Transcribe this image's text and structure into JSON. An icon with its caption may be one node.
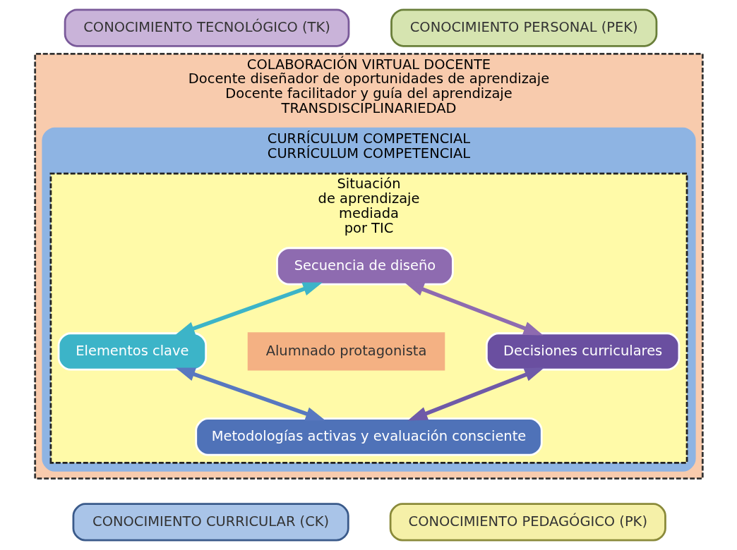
{
  "diagram": {
    "nodes": [
      {
        "text": [
          "CONOCIMIENTO TECNOLÓGICO (TK)"
        ]
      },
      {
        "text": [
          "CONOCIMIENTO PERSONAL (PEK)"
        ]
      },
      {
        "text": [
          "COLABORACIÓN VIRTUAL DOCENTE",
          "Docente diseñador de oportunidades de aprendizaje",
          "Docente facilitador y guía del aprendizaje",
          "TRANSDISCIPLINARIEDAD"
        ]
      },
      {
        "text": [
          "CURRÍCULUM COMPETENCIAL",
          "CURRÍCULUM COMPETENCIAL"
        ],
        "in": 2
      },
      {
        "text": [
          "Situación",
          "de aprendizaje",
          "mediada",
          "por TIC"
        ],
        "in": 3
      },
      {
        "text": [
          "Secuencia de diseño"
        ],
        "in": 4
      },
      {
        "text": [
          "Elementos clave"
        ],
        "in": 4
      },
      {
        "text": [
          "Alumnado protagonista"
        ],
        "in": 4
      },
      {
        "text": [
          "Decisiones curriculares"
        ],
        "in": 4
      },
      {
        "text": [
          "Metodologías activas y evaluación consciente"
        ],
        "in": 4
      },
      {
        "text": [
          "CONOCIMIENTO CURRICULAR (CK)"
        ]
      },
      {
        "text": [
          "CONOCIMIENTO PEDAGÓGICO (PK)"
        ]
      }
    ],
    "edges": [
      {
        "from": 5,
        "to": 6,
        "arrow": "both",
        "color": "#3cb4c8"
      },
      {
        "from": 5,
        "to": 8,
        "arrow": "both",
        "color": "#8e6bb0"
      },
      {
        "from": 6,
        "to": 9,
        "arrow": "both",
        "color": "#5878c0"
      },
      {
        "from": 8,
        "to": 9,
        "arrow": "both",
        "color": "#6f5aa8"
      }
    ]
  }
}
